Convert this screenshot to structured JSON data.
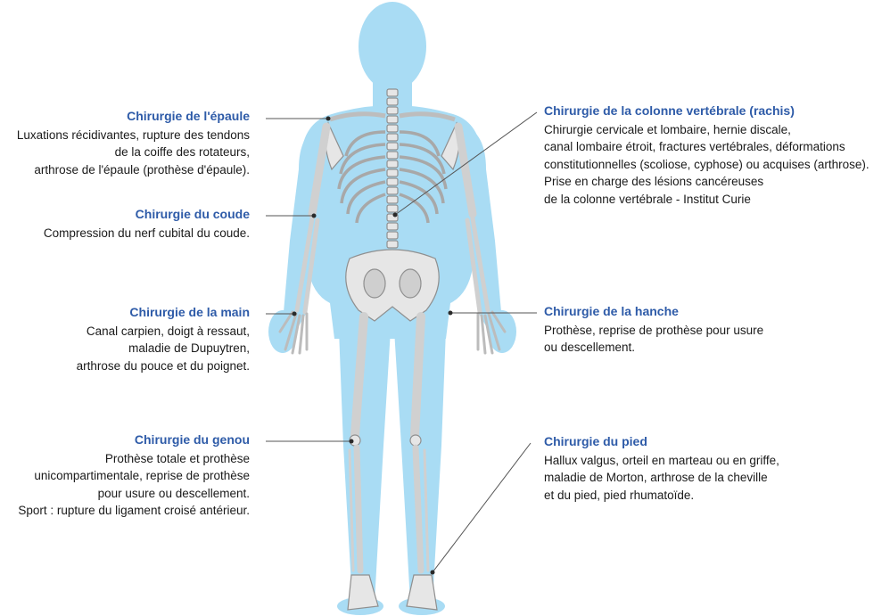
{
  "colors": {
    "title": "#2e5ba8",
    "text": "#1a1a1a",
    "body_silhouette": "#a9dcf4",
    "bone": "#e6e6e6",
    "bone_stroke": "#8f8f8f",
    "leader": "#555555"
  },
  "annotations": [
    {
      "id": "epaule",
      "title": "Chirurgie de l'épaule",
      "lines": [
        "Luxations récidivantes, rupture des tendons",
        "de la coiffe des rotateurs,",
        "arthrose de l'épaule (prothèse d'épaule)."
      ]
    },
    {
      "id": "coude",
      "title": "Chirurgie du coude",
      "lines": [
        "Compression du nerf cubital du coude."
      ]
    },
    {
      "id": "main",
      "title": "Chirurgie de la main",
      "lines": [
        "Canal carpien, doigt à ressaut,",
        "maladie de Dupuytren,",
        "arthrose du pouce et du poignet."
      ]
    },
    {
      "id": "genou",
      "title": "Chirurgie du genou",
      "lines": [
        "Prothèse totale et prothèse",
        "unicompartimentale, reprise de prothèse",
        "pour usure ou descellement.",
        "Sport : rupture du ligament croisé antérieur."
      ]
    },
    {
      "id": "rachis",
      "title": "Chirurgie de la colonne vertébrale (rachis)",
      "lines": [
        "Chirurgie cervicale et lombaire, hernie discale,",
        "canal lombaire étroit, fractures vertébrales, déformations",
        "constitutionnelles (scoliose, cyphose) ou acquises (arthrose).",
        "Prise en charge des lésions cancéreuses",
        "de la colonne vertébrale - Institut Curie"
      ]
    },
    {
      "id": "hanche",
      "title": "Chirurgie de la hanche",
      "lines": [
        "Prothèse, reprise de prothèse pour usure",
        "ou descellement."
      ]
    },
    {
      "id": "pied",
      "title": "Chirurgie du pied",
      "lines": [
        "Hallux valgus, orteil en marteau ou en griffe,",
        "maladie de Morton, arthrose de la cheville",
        "et du pied, pied rhumatoïde."
      ]
    }
  ]
}
